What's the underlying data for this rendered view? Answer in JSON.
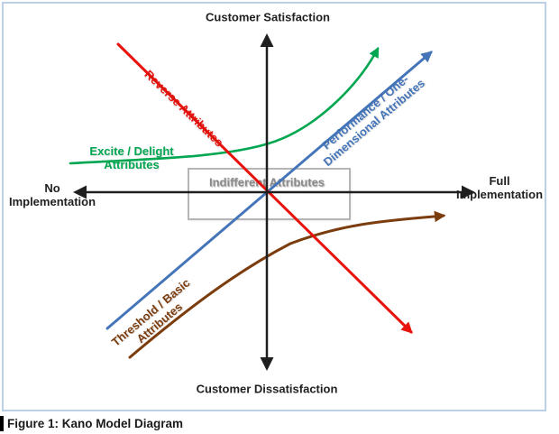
{
  "colors": {
    "axis": "#1f1f1f",
    "frame_border": "#bcd0e8",
    "indifferent_box_border": "#b5b5b5",
    "reverse": "#e8130d",
    "performance": "#4575b9",
    "excite": "#00a650",
    "threshold": "#7c3d0e",
    "indifferent_text": "#8a8a8a"
  },
  "diagram": {
    "axes": {
      "top_label": "Customer Satisfaction",
      "bottom_label": "Customer Dissatisfaction",
      "left_label_line1": "No",
      "left_label_line2": "Implementation",
      "right_label_line1": "Full",
      "right_label_line2": "Implementation"
    },
    "curves": {
      "reverse": {
        "label": "Reverse Attributes"
      },
      "performance": {
        "label_line1": "Performance / One-",
        "label_line2": "Dimensional Attributes"
      },
      "excite": {
        "label_line1": "Excite / Delight",
        "label_line2": "Attributes"
      },
      "threshold": {
        "label_line1": "Threshold / Basic",
        "label_line2": "Attributes"
      }
    },
    "regions": {
      "indifferent": {
        "label": "Indifferent Attributes"
      }
    }
  },
  "caption": "Figure 1: Kano Model Diagram"
}
